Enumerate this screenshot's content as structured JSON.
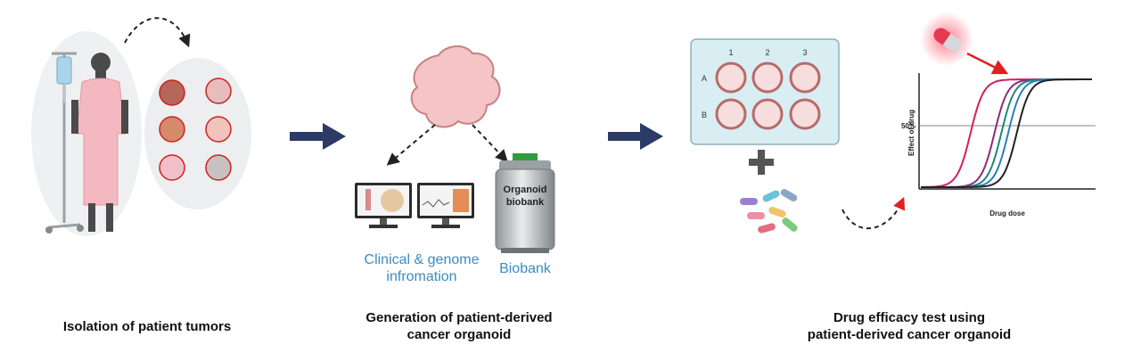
{
  "captions": {
    "step1": "Isolation of patient tumors",
    "step2_line1": "Generation of patient-derived",
    "step2_line2": "cancer organoid",
    "step3_line1": "Drug efficacy test using",
    "step3_line2": "patient-derived cancer organoid"
  },
  "labels": {
    "clinical_line1": "Clinical & genome",
    "clinical_line2": "infromation",
    "biobank": "Biobank",
    "tank_line1": "Organoid",
    "tank_line2": "biobank"
  },
  "plate": {
    "columns": [
      "1",
      "2",
      "3"
    ],
    "rows": [
      "A",
      "B"
    ]
  },
  "chart_data": {
    "type": "line",
    "xlabel": "Drug dose",
    "ylabel": "Effect of drug",
    "reference_line_label": "50%",
    "reference_line": 0.5,
    "xlim": [
      0,
      10
    ],
    "ylim": [
      0,
      1.25
    ],
    "series": [
      {
        "color": "#d81b60",
        "midpoint": 2.9
      },
      {
        "color": "#8e2a7a",
        "midpoint": 4.3
      },
      {
        "color": "#1b8a7a",
        "midpoint": 4.7
      },
      {
        "color": "#2c7fb8",
        "midpoint": 5.1
      },
      {
        "color": "#222222",
        "midpoint": 5.6
      }
    ]
  },
  "colors": {
    "arrow": "#2b3a67",
    "organoid": "#f4c4c6",
    "organoid_edge": "#c98080",
    "label_blue": "#3a8cc4",
    "gown": "#f3b8c0",
    "plate": "#d8eef3"
  },
  "icons": [
    "iv-stand-icon",
    "patient-icon",
    "organ-bubble-icon",
    "organoid-icon",
    "monitor-icon",
    "cryo-tank-icon",
    "well-plate-icon",
    "plus-icon",
    "pill-icon"
  ]
}
